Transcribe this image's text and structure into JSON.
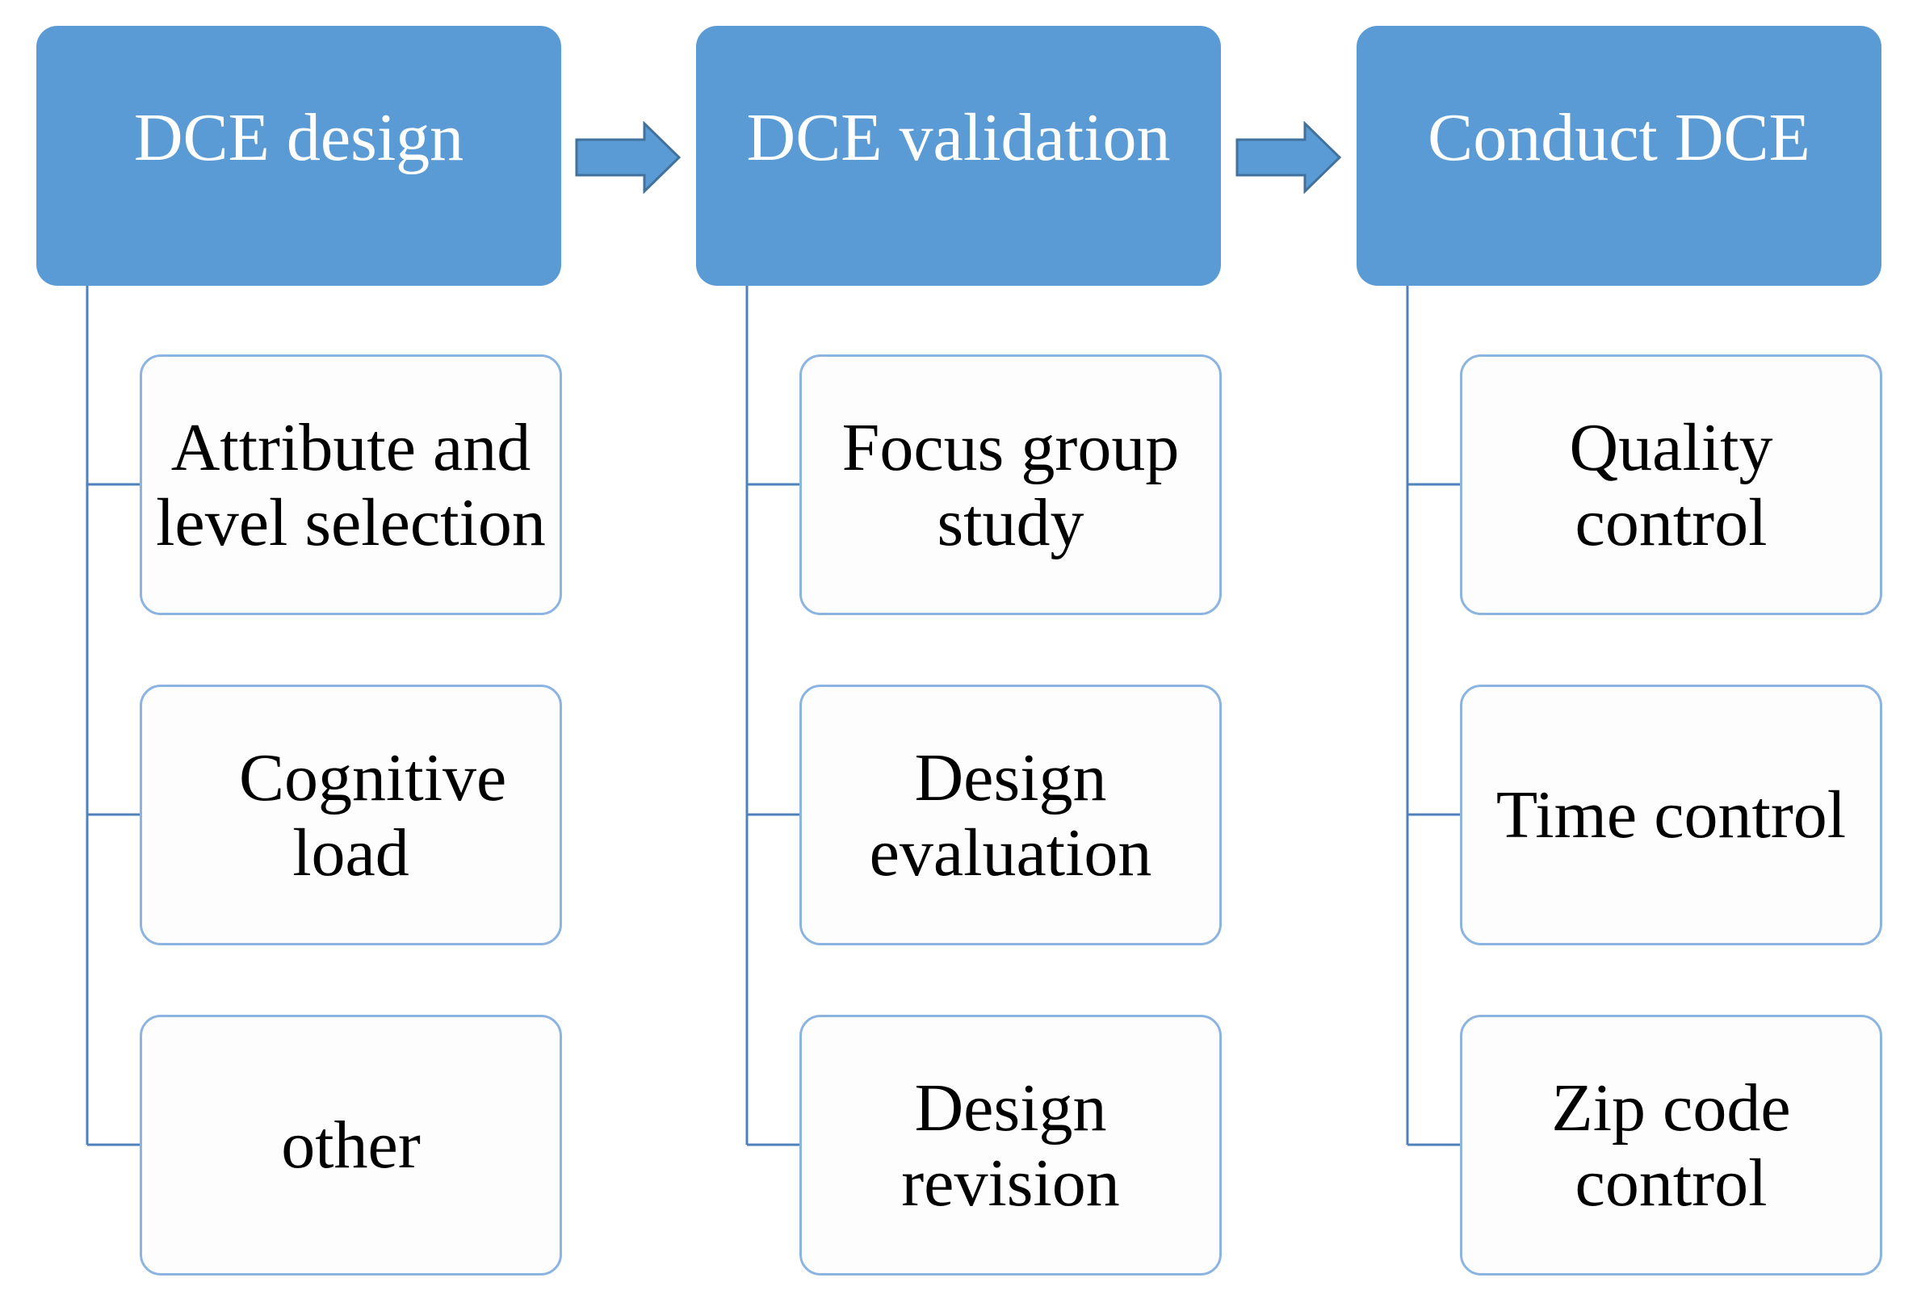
{
  "colors": {
    "header_fill": "#5b9bd5",
    "header_text": "#ffffff",
    "item_border": "#8bb4e0",
    "connector": "#4f81bd",
    "arrow_fill": "#5b9bd5",
    "arrow_stroke": "#41719c"
  },
  "columns": [
    {
      "header": "DCE design",
      "items": [
        {
          "text": "Attribute and level selection"
        },
        {
          "text": "Cognitive load"
        },
        {
          "text": "other"
        }
      ]
    },
    {
      "header": "DCE validation",
      "items": [
        {
          "text": "Focus group study"
        },
        {
          "text": "Design evaluation"
        },
        {
          "text": "Design revision"
        }
      ]
    },
    {
      "header": "Conduct DCE",
      "items": [
        {
          "text": "Quality control"
        },
        {
          "text": "Time control"
        },
        {
          "text": "Zip code control"
        }
      ]
    }
  ]
}
